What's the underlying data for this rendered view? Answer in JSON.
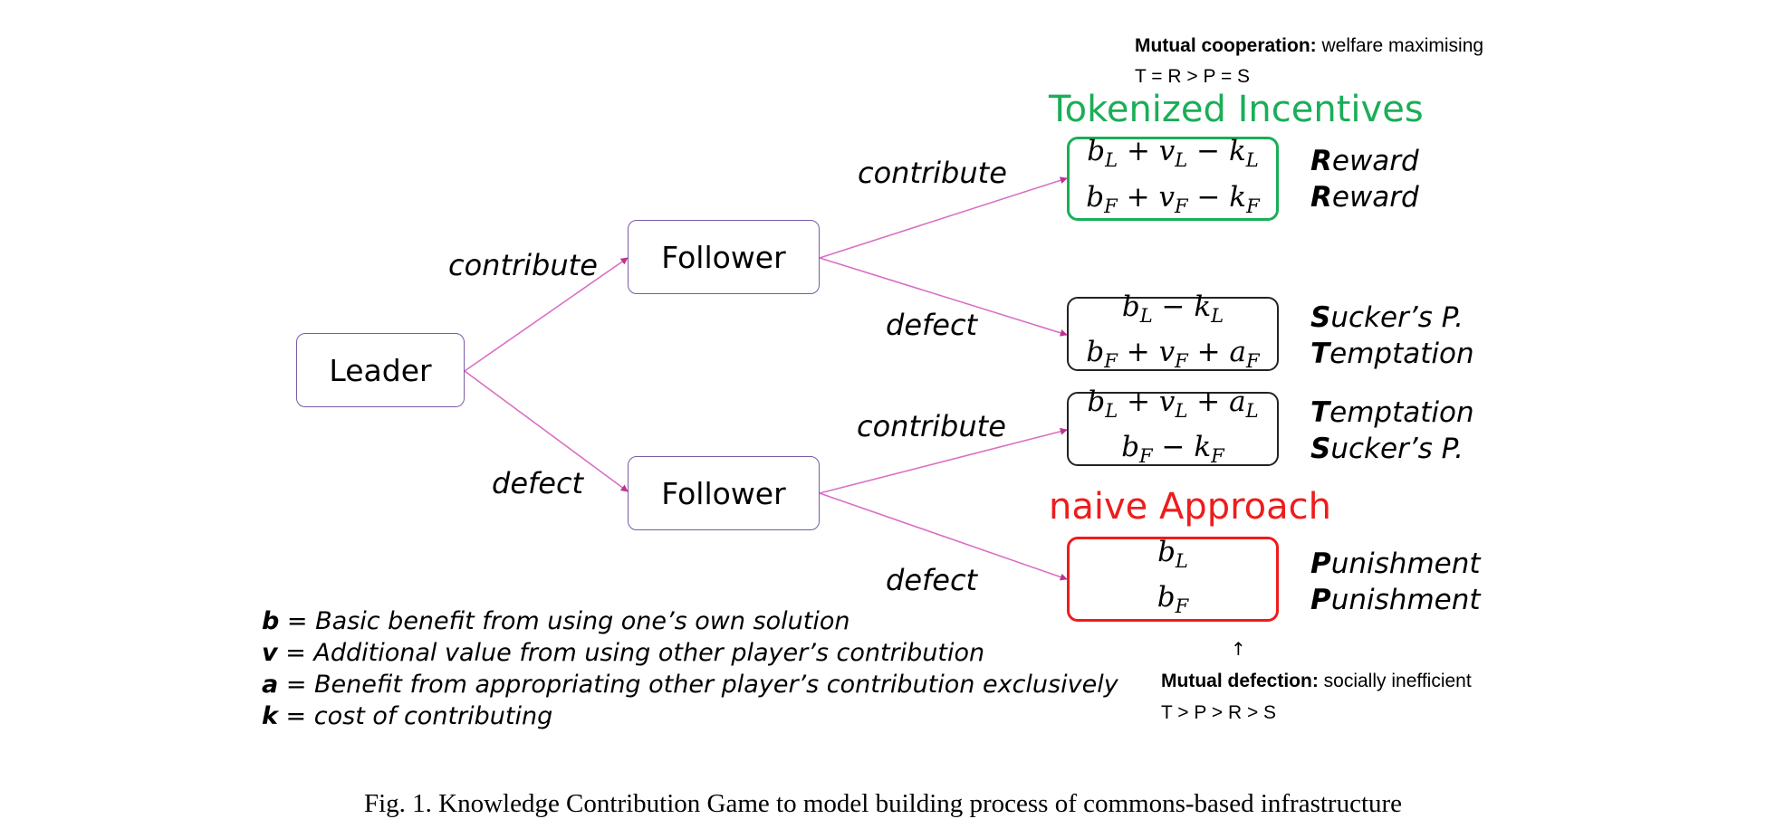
{
  "colors": {
    "edge": "#d96fc4",
    "node_border": "#7a5aa6",
    "green": "#1aae57",
    "red": "#ee1c1c"
  },
  "nodes": {
    "leader": "Leader",
    "follower_top": "Follower",
    "follower_bottom": "Follower"
  },
  "edges": {
    "leader_contribute": "contribute",
    "leader_defect": "defect",
    "top_contribute": "contribute",
    "top_defect": "defect",
    "bottom_contribute": "contribute",
    "bottom_defect": "defect"
  },
  "payoffs": [
    {
      "leader": "b_L + v_L − k_L",
      "follower": "b_F + v_F − k_F",
      "leader_outcome": {
        "letter": "R",
        "rest": "eward"
      },
      "follower_outcome": {
        "letter": "R",
        "rest": "eward"
      }
    },
    {
      "leader": "b_L − k_L",
      "follower": "b_F + v_F + a_F",
      "leader_outcome": {
        "letter": "S",
        "rest": "ucker’s P."
      },
      "follower_outcome": {
        "letter": "T",
        "rest": "emptation"
      }
    },
    {
      "leader": "b_L + v_L + a_L",
      "follower": "b_F − k_F",
      "leader_outcome": {
        "letter": "T",
        "rest": "emptation"
      },
      "follower_outcome": {
        "letter": "S",
        "rest": "ucker’s P."
      }
    },
    {
      "leader": "b_L",
      "follower": "b_F",
      "leader_outcome": {
        "letter": "P",
        "rest": "unishment"
      },
      "follower_outcome": {
        "letter": "P",
        "rest": "unishment"
      }
    }
  ],
  "titles": {
    "tokenized": "Tokenized Incentives",
    "naive": "naive Approach"
  },
  "notes": {
    "top": {
      "bold": "Mutual cooperation:",
      "text": " welfare maximising",
      "ineq": "T = R > P = S"
    },
    "bottom": {
      "bold": "Mutual defection:",
      "text": " socially inefficient",
      "ineq": "T > P > R > S"
    }
  },
  "legend": [
    {
      "sym": "b",
      "text": " = Basic benefit from using one’s own solution"
    },
    {
      "sym": "v",
      "text": " = Additional value from using other player’s contribution"
    },
    {
      "sym": "a",
      "text": " = Benefit from appropriating other player’s contribution exclusively"
    },
    {
      "sym": "k",
      "text": " = cost of contributing"
    }
  ],
  "arrow_symbol": "↑",
  "caption": "Fig. 1.  Knowledge Contribution Game to model building process of commons-based infrastructure"
}
